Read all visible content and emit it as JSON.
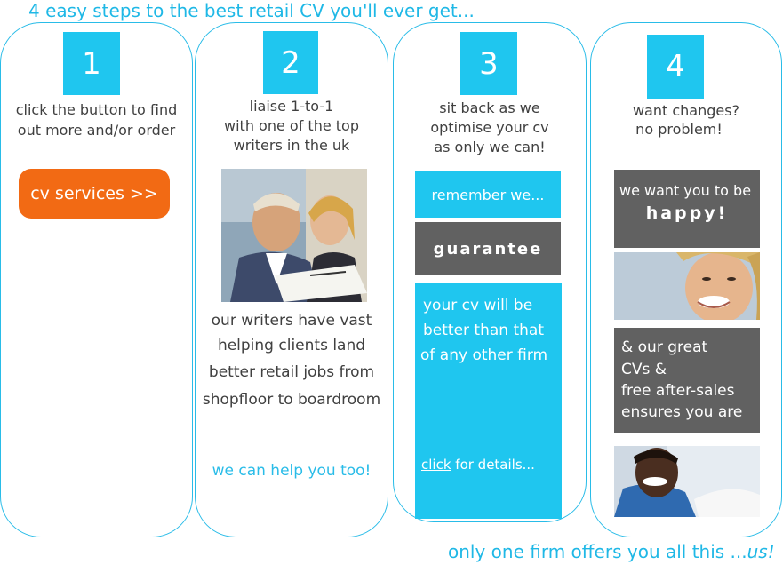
{
  "header": {
    "title": "4 easy steps to the best retail CV you'll ever get..."
  },
  "steps": [
    {
      "number": "1",
      "text": [
        "click the button to find",
        "out more and/or order"
      ],
      "button_label": "cv services >>"
    },
    {
      "number": "2",
      "text": [
        "liaise 1-to-1",
        "with one of the top",
        "writers in the uk"
      ],
      "body": [
        "our writers have vast",
        "helping clients land",
        "better retail jobs from",
        "shopfloor to boardroom"
      ],
      "cta": "we can help you too!"
    },
    {
      "number": "3",
      "text": [
        "sit back as we",
        "optimise your cv",
        "as only we can!"
      ],
      "box1": "remember we...",
      "box2": "guarantee",
      "box3": [
        "your cv will be",
        "better than that",
        "of any other firm"
      ],
      "link_label": "click",
      "link_rest": " for details..."
    },
    {
      "number": "4",
      "text": [
        "want changes?",
        "no problem!"
      ],
      "box1_line1": "we want you to be",
      "box1_line2": "happy!",
      "box2": [
        "& our great",
        "CVs &",
        "free after-sales",
        "ensures you are"
      ]
    }
  ],
  "footer": {
    "main": "only one firm offers you all this ...",
    "emph": "us!"
  },
  "colors": {
    "accent": "#1fc6ef",
    "orange": "#f26a14",
    "grey": "#616161"
  }
}
